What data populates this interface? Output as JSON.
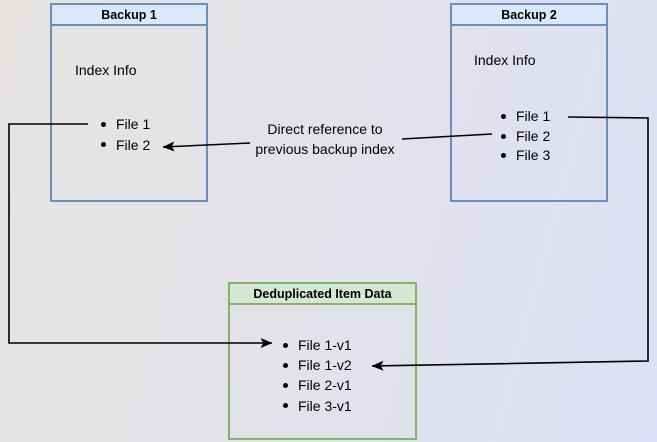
{
  "backup1": {
    "title": "Backup 1",
    "label": "Index Info",
    "files": [
      "File 1",
      "File 2"
    ]
  },
  "backup2": {
    "title": "Backup 2",
    "label": "Index Info",
    "files": [
      "File 1",
      "File 2",
      "File 3"
    ]
  },
  "dedup": {
    "title": "Deduplicated Item Data",
    "files": [
      "File 1-v1",
      "File 1-v2",
      "File 2-v1",
      "File 3-v1"
    ]
  },
  "annotation": {
    "line1": "Direct reference to",
    "line2": "previous backup index"
  },
  "colors": {
    "blue_header": "#dae8fc",
    "blue_border": "#6c8ebf",
    "green_header": "#d5e8d4",
    "green_border": "#82b366",
    "arrow": "#000000",
    "text": "#000000"
  }
}
